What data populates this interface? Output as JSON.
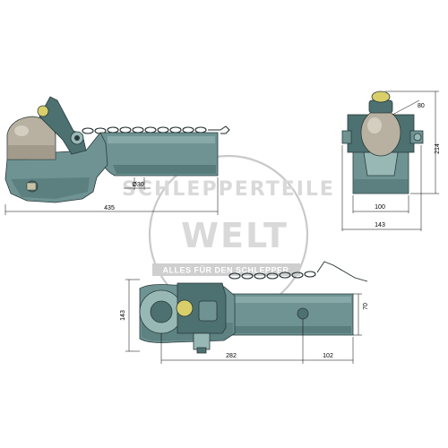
{
  "watermark": {
    "line1": "SCHLEPPERTEILE",
    "line2": "WELT",
    "banner": "ALLES FÜR DEN SCHLEPPER"
  },
  "dimensions": {
    "side_length": "435",
    "pin_diameter": "Ø30",
    "front_ball_radius": "80",
    "front_height": "214",
    "front_inner_width": "100",
    "front_outer_width": "143",
    "top_height": "143",
    "top_tube_width": "70",
    "top_length_1": "282",
    "top_length_2": "102"
  },
  "colors": {
    "body": "#6f9393",
    "body_dark": "#4d7070",
    "ball": "#b8b0a0",
    "watermark": "#c9c9c9"
  }
}
